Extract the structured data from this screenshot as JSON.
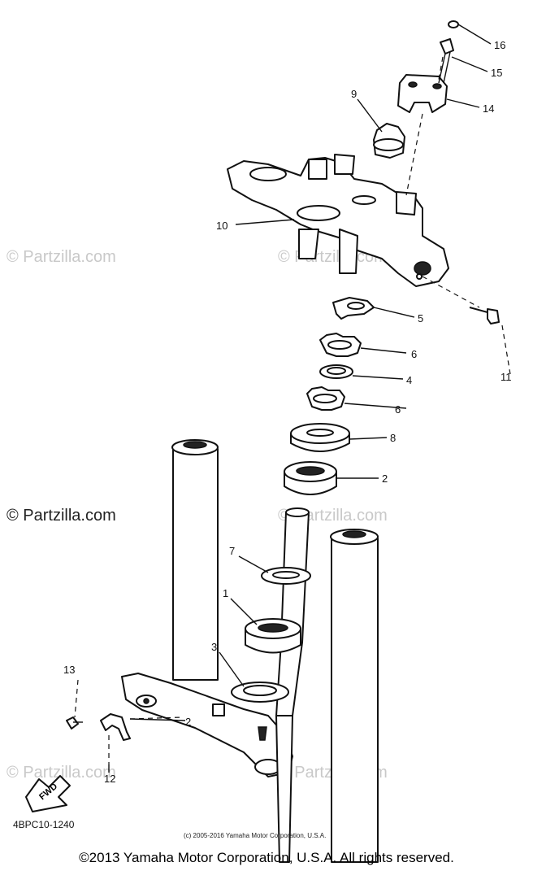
{
  "diagram": {
    "callouts": [
      "16",
      "15",
      "14",
      "9",
      "10",
      "11",
      "5",
      "6",
      "4",
      "6",
      "8",
      "2",
      "7",
      "1",
      "3",
      "13",
      "2",
      "12"
    ],
    "part_code": "4BPC10-1240",
    "fwd_label": "FWD",
    "watermark": "© Partzilla.com",
    "small_copyright": "(c) 2005-2016 Yamaha Motor Corporation, U.S.A.",
    "footer_copyright": "©2013 Yamaha Motor Corporation, U.S.A. All rights reserved."
  }
}
